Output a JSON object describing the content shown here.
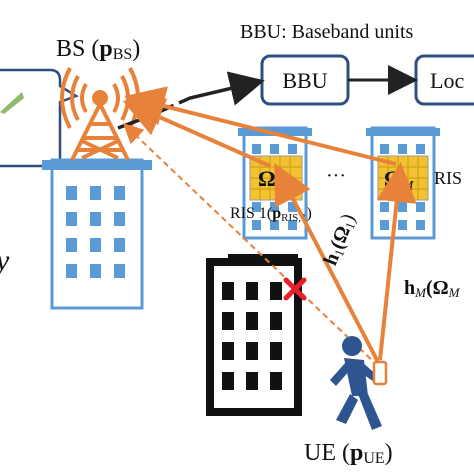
{
  "labels": {
    "bs": "BS (",
    "bs_sym": "p",
    "bs_sub": "BS",
    "bs_close": ")",
    "bbu_header": "BBU: Baseband units",
    "bbu_box": "BBU",
    "loc_box": "Loc",
    "omega1": "Ω",
    "omega1_sub": "1",
    "ellipsis": "···",
    "omegaM": "Ω",
    "omegaM_sub": "M",
    "ris_right": "RIS",
    "ris1": "RIS 1(",
    "ris1_sym": "p",
    "ris1_sub": "RIS,1",
    "ris1_close": ")",
    "h1": "h",
    "h1_sub": "1",
    "h1_arg": "(Ω",
    "h1_arg_sub": "1",
    "h1_close": ")",
    "hM": "h",
    "hM_sub": "M",
    "hM_arg": "(Ω",
    "hM_arg_sub": "M",
    "ue": "UE (",
    "ue_sym": "p",
    "ue_sub": "UE",
    "ue_close": ")",
    "left_y": "y"
  },
  "colors": {
    "orange": "#e8823a",
    "building_blue": "#5b9bd5",
    "box_stroke": "#2f4f7f",
    "ris_cell": "#f2c230",
    "blocked": "#e8202a"
  }
}
